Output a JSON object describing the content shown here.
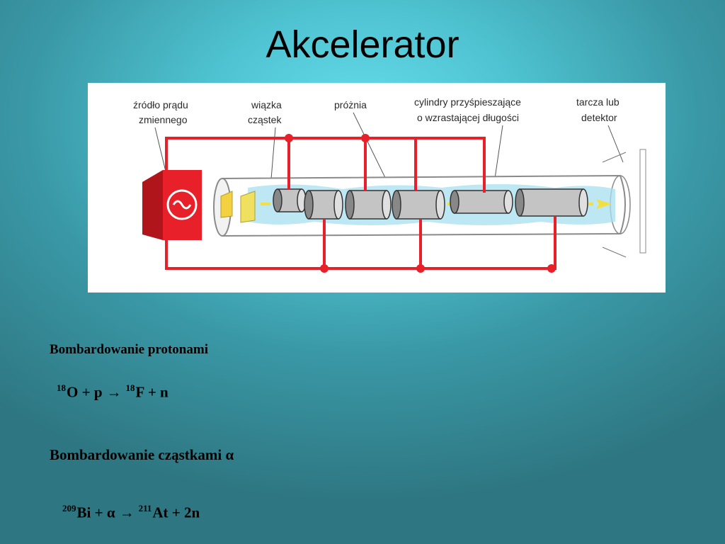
{
  "title": "Akcelerator",
  "diagram": {
    "labels": {
      "source_line1": "źródło prądu",
      "source_line2": "zmiennego",
      "beam_line1": "wiązka",
      "beam_line2": "cząstek",
      "vacuum": "próżnia",
      "cylinders_line1": "cylindry przyśpieszające",
      "cylinders_line2": "o wzrastającej długości",
      "target_line1": "tarcza lub",
      "target_line2": "detektor"
    },
    "colors": {
      "wire": "#e8202a",
      "source_box": "#e8202a",
      "beam": "#f3e040",
      "cylinder": "#8a8a8a",
      "vacuum": "#a8dff0"
    },
    "icons": {
      "ac_source": "alternating-current-symbol",
      "beam_direction": "arrow-right"
    }
  },
  "equations": {
    "heading1": "Bombardowanie protonami",
    "eq1": {
      "a_mass": "18",
      "a_sym": "O + p",
      "arrow": "→",
      "b_mass": "18",
      "b_sym": "F + n"
    },
    "heading2": "Bombardowanie cząstkami α",
    "eq2": {
      "a_mass": "209",
      "a_sym": "Bi + α",
      "arrow": "→",
      "b_mass": "211",
      "b_sym": "At + 2n"
    }
  }
}
